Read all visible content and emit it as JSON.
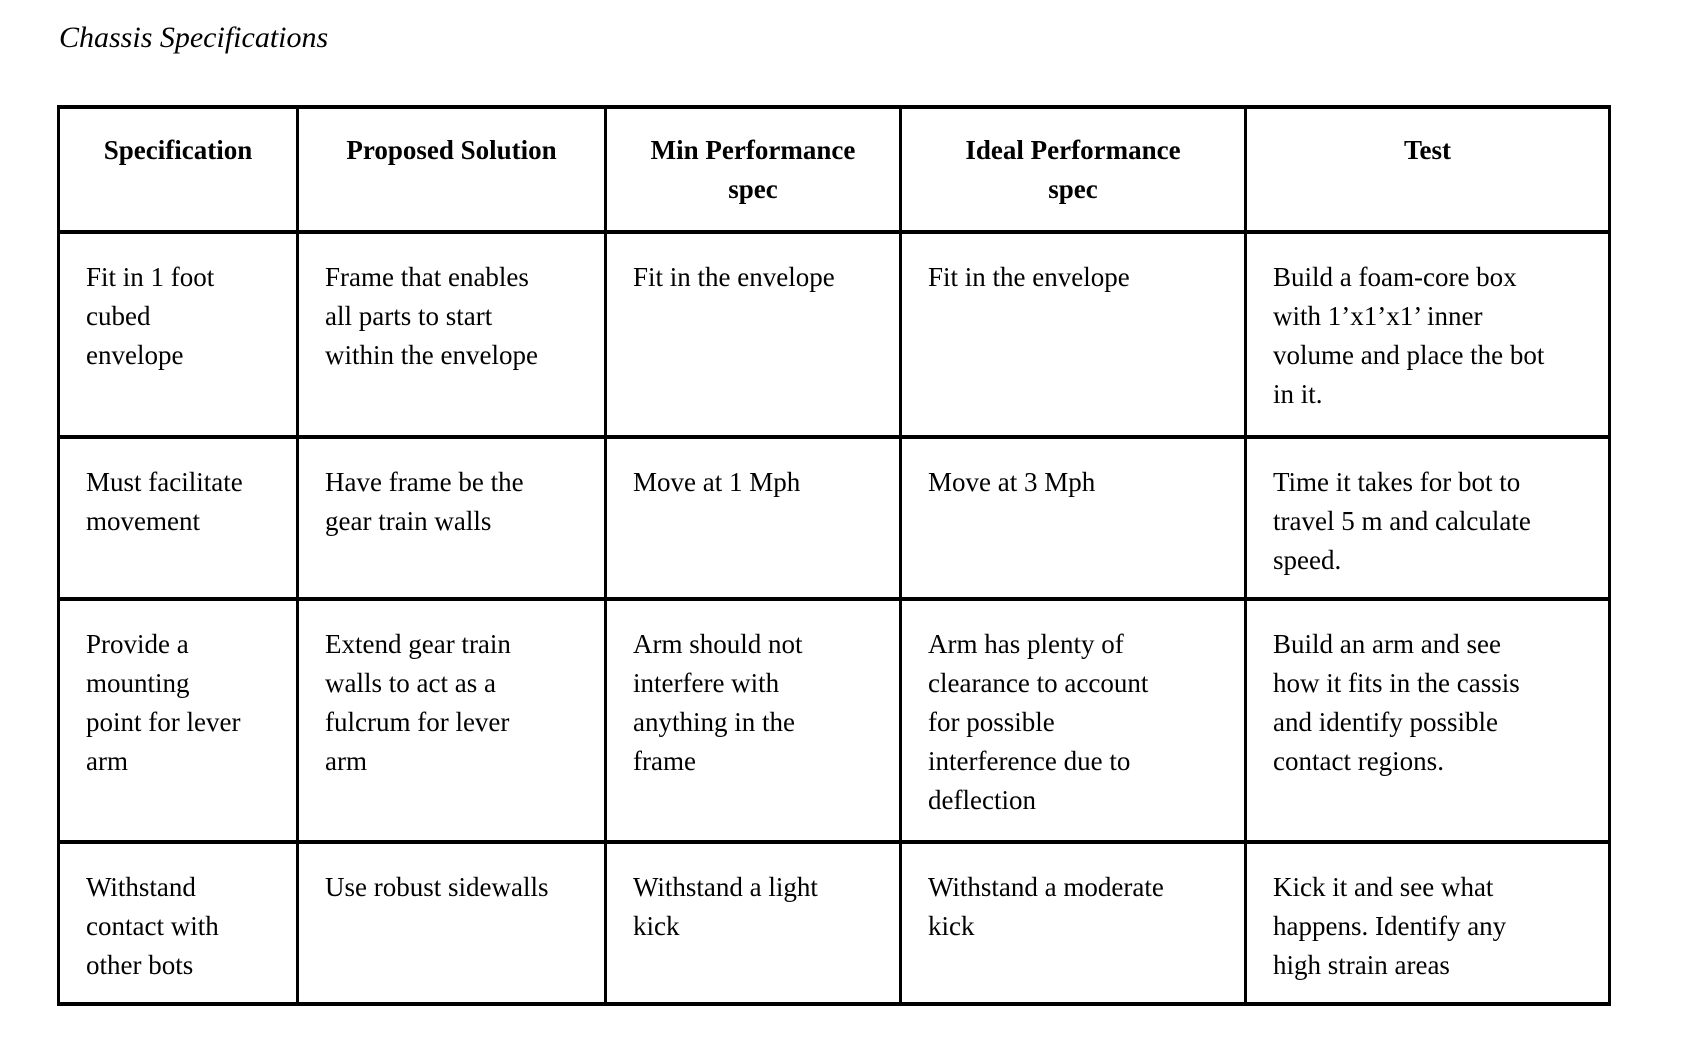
{
  "document": {
    "title": "Chassis Specifications"
  },
  "table": {
    "headers": [
      "Specification",
      "Proposed Solution",
      "Min Performance\nspec",
      "Ideal Performance\nspec",
      "Test"
    ],
    "rows": [
      [
        "Fit in 1 foot\ncubed\nenvelope",
        "Frame that enables\nall parts to start\nwithin the envelope",
        "Fit in the envelope",
        "Fit in the envelope",
        "Build a foam-core box\nwith 1’x1’x1’ inner\nvolume and place the bot\nin it."
      ],
      [
        "Must facilitate\nmovement",
        "Have frame be the\ngear train walls",
        "Move at 1 Mph",
        "Move at 3 Mph",
        "Time it takes for bot to\ntravel 5 m and calculate\nspeed."
      ],
      [
        "Provide a\nmounting\npoint for lever\narm",
        "Extend gear train\nwalls to act as a\nfulcrum for lever\narm",
        "Arm should not\ninterfere with\nanything in the\nframe",
        "Arm has plenty of\nclearance to account\nfor possible\ninterference due to\ndeflection",
        "Build an arm and see\nhow it fits in the cassis\nand identify possible\ncontact regions."
      ],
      [
        "Withstand\ncontact with\nother bots",
        "Use robust sidewalls",
        "Withstand a light\nkick",
        "Withstand a moderate\nkick",
        "Kick it and see what\nhappens. Identify any\nhigh strain areas"
      ]
    ]
  }
}
